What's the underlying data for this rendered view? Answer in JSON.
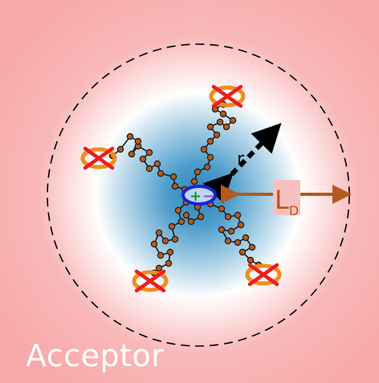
{
  "caption": "Acceptor",
  "labels": {
    "radius": "r",
    "diffusion_main": "L",
    "diffusion_sub": "D"
  },
  "symbols": {
    "plus": "+",
    "minus": "−"
  },
  "colors": {
    "acceptor_background": "#f7a8a8",
    "donor_core": "#2f86b8",
    "exciton_fill": "#bcd7f5",
    "exciton_ring": "#1b22d8",
    "diffusion_arrow": "#b35a1f",
    "trap_ring": "#f08c1e",
    "cross": "#ee1d1d",
    "chain_node": "#b85a1c",
    "boundary": "#000000",
    "plus_color": "#1a8f2a",
    "minus_color": "#8a5ab0"
  },
  "diagram": {
    "exciton_count": 1,
    "diffusion_paths": 5,
    "blocked_traps": 4
  }
}
